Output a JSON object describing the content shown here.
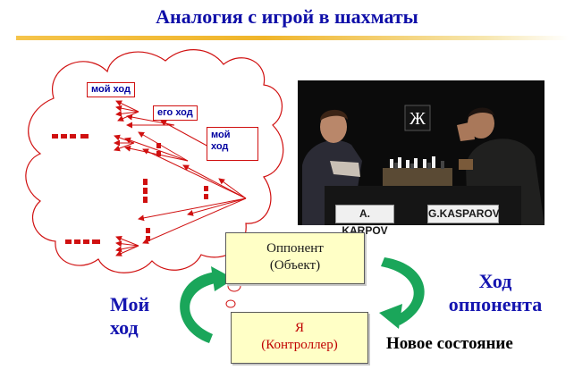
{
  "title": "Аналогия с игрой в шахматы",
  "tree": {
    "label_my_move": "мой ход",
    "label_his_move": "его ход",
    "label_my_move_2_line1": "мой",
    "label_my_move_2_line2": "ход"
  },
  "photo": {
    "logo": "Ж",
    "plate_left": "A. KARPOV",
    "plate_right": "G.KASPAROV"
  },
  "loop": {
    "opponent_line1": "Оппонент",
    "opponent_line2": "(Объект)",
    "self_line1": "Я",
    "self_line2": "(Контроллер)",
    "my_move_line1": "Мой",
    "my_move_line2": "ход",
    "opponent_move_line1": "Ход",
    "opponent_move_line2": "оппонента",
    "new_state": "Новое состояние"
  },
  "colors": {
    "title": "#0f0fa8",
    "tree_red": "#d01010",
    "box_fill": "#ffffc6",
    "arrow_green": "#1aa65a",
    "blue_text": "#1515b0"
  }
}
